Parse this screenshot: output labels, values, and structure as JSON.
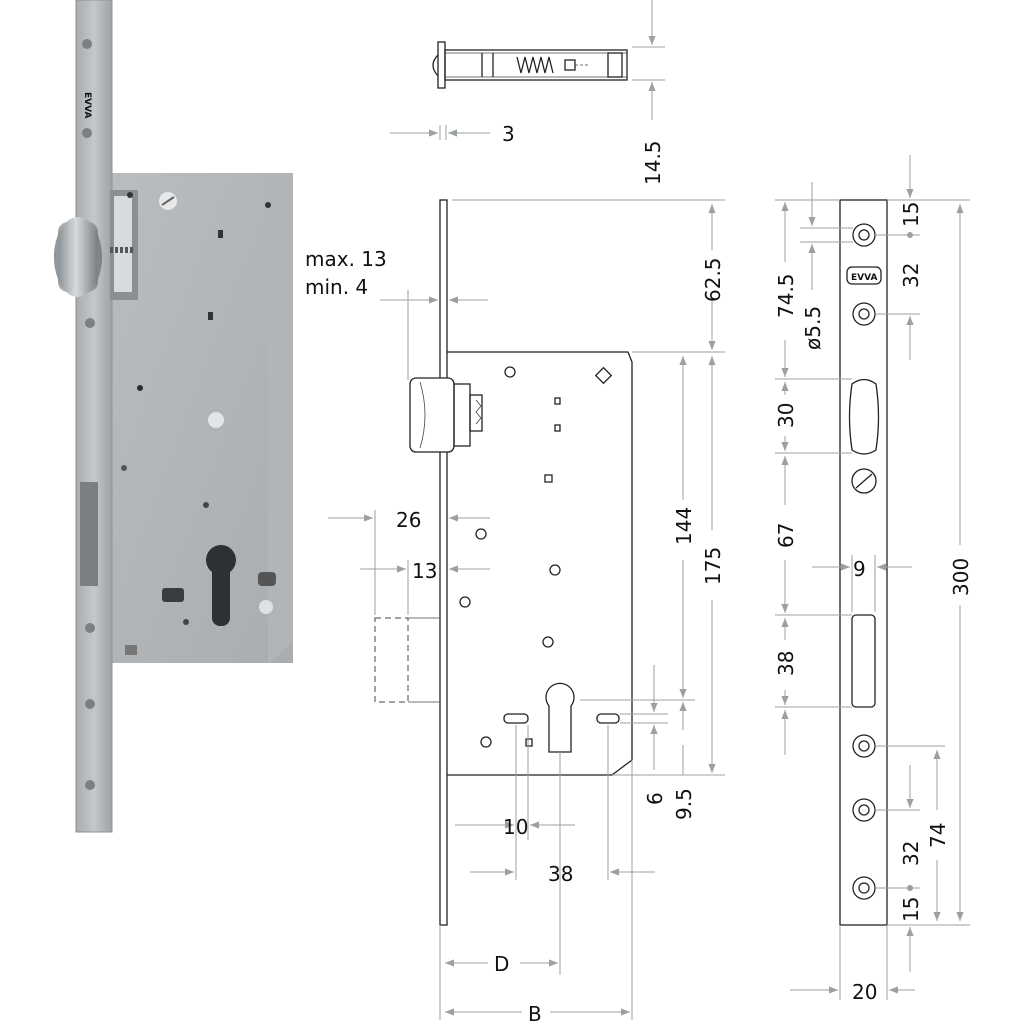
{
  "photo": {
    "faceplate_brand": "EVVA"
  },
  "top_view": {
    "dim_thickness": "3",
    "dim_top_offset": "14.5"
  },
  "side_view": {
    "latch_range_max": "max. 13",
    "latch_range_min": "min. 4",
    "dim_26": "26",
    "dim_13": "13",
    "dim_62_5": "62.5",
    "dim_144": "144",
    "dim_175": "175",
    "dim_6": "6",
    "dim_9_5": "9.5",
    "dim_10": "10",
    "dim_38": "38",
    "label_D": "D",
    "label_B": "B"
  },
  "front_view": {
    "brand": "EVVA",
    "dim_15_top": "15",
    "dim_32_top": "32",
    "dim_74_5": "74.5",
    "dim_hole": "ø5.5",
    "dim_30": "30",
    "dim_67": "67",
    "dim_9": "9",
    "dim_38": "38",
    "dim_300": "300",
    "dim_32_bottom": "32",
    "dim_74": "74",
    "dim_15_bottom": "15",
    "dim_20": "20"
  }
}
